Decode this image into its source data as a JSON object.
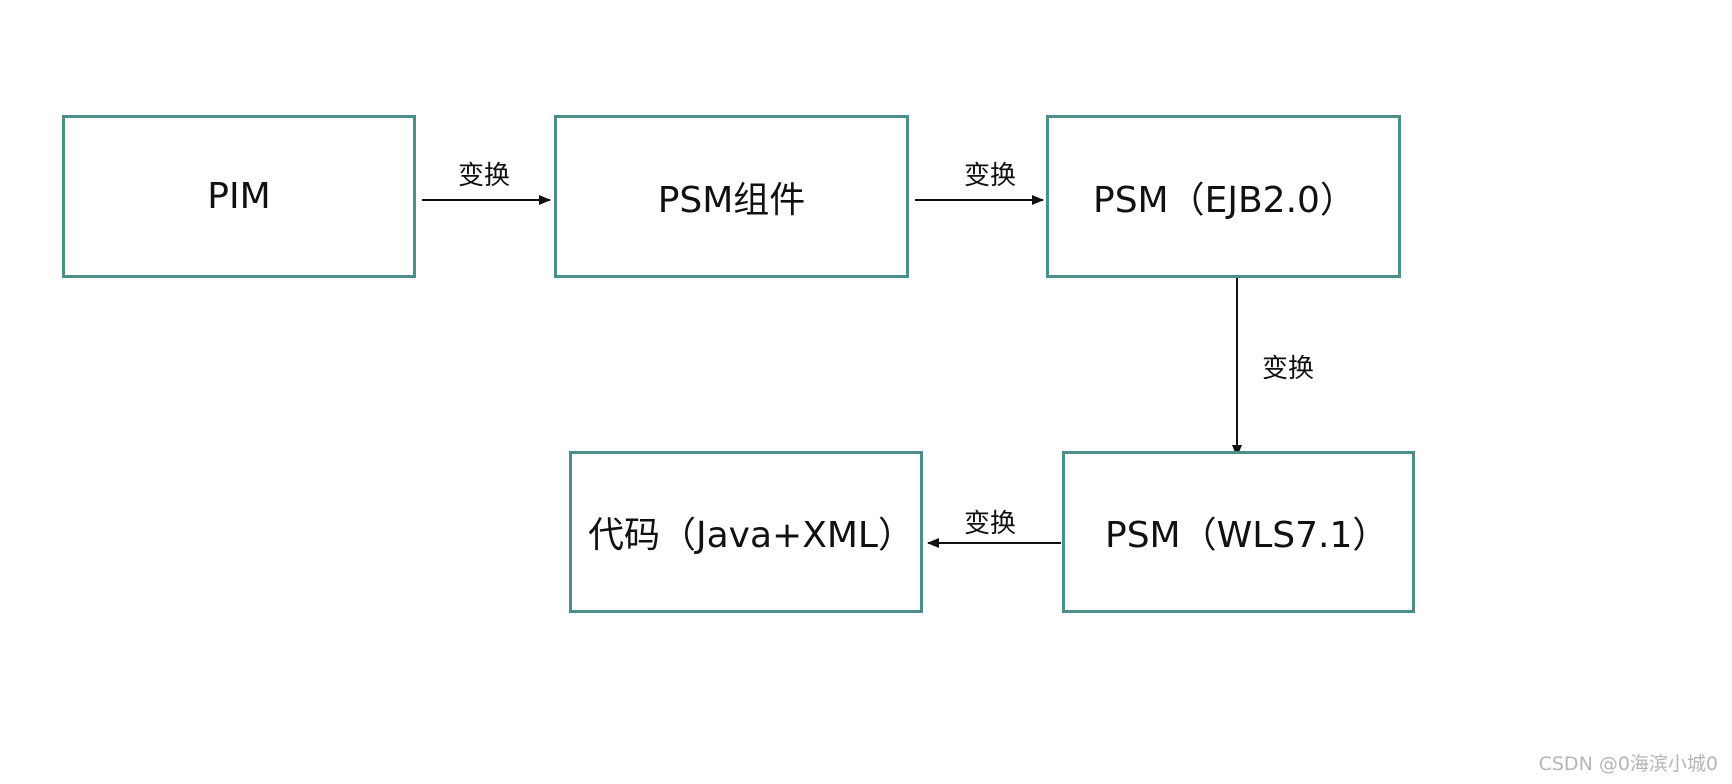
{
  "nodes": {
    "pim": {
      "label": "PIM"
    },
    "psm_component": {
      "label": "PSM组件"
    },
    "psm_ejb": {
      "label": "PSM（EJB2.0）"
    },
    "psm_wls": {
      "label": "PSM（WLS7.1）"
    },
    "code": {
      "label": "代码（Java+XML）"
    }
  },
  "edges": {
    "pim_to_component": {
      "label": "变换"
    },
    "component_to_ejb": {
      "label": "变换"
    },
    "ejb_to_wls": {
      "label": "变换"
    },
    "wls_to_code": {
      "label": "变换"
    }
  },
  "colors": {
    "box_border": "#4a8f8c",
    "arrow": "#111111",
    "watermark": "#b5b5b5"
  },
  "watermark": "CSDN @0海滨小城0"
}
